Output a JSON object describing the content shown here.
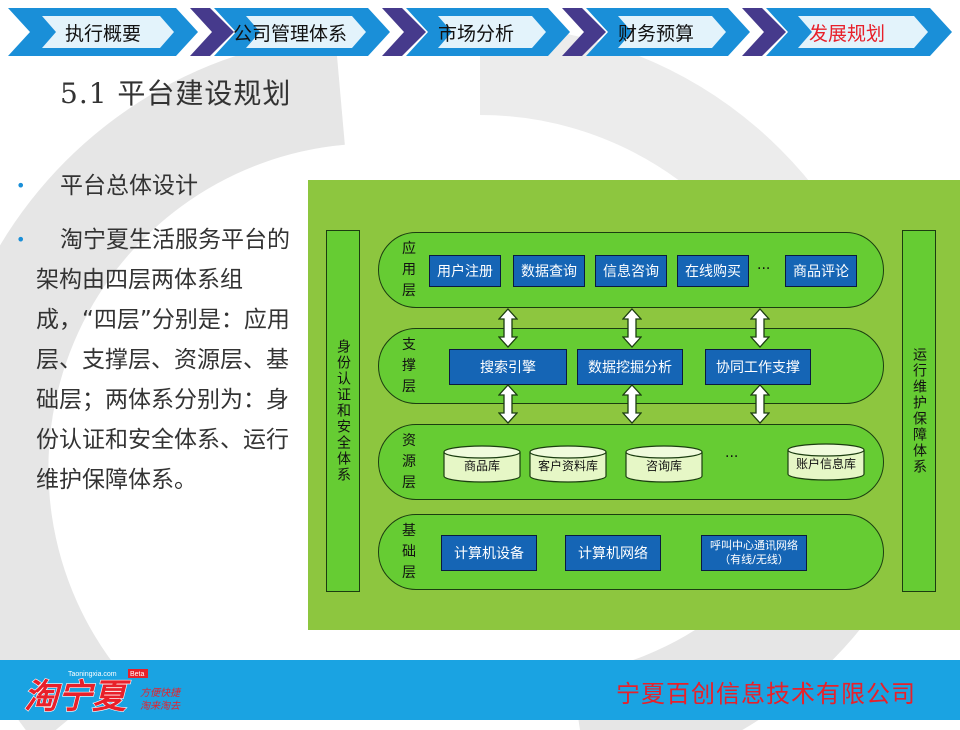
{
  "nav": {
    "items": [
      {
        "label": "执行概要",
        "active": false
      },
      {
        "label": "公司管理体系",
        "active": false
      },
      {
        "label": "市场分析",
        "active": false
      },
      {
        "label": "财务预算",
        "active": false
      },
      {
        "label": "发展规划",
        "active": true
      }
    ],
    "colors": {
      "chevron": "#1a8fd8",
      "chevron_light": "#e3f3fb",
      "divider": "#463a8c",
      "active_text": "#e8202a"
    }
  },
  "title": "5.1 平台建设规划",
  "bullets": [
    "平台总体设计",
    "淘宁夏生活服务平台的架构由四层两体系组成，“四层”分别是：应用层、支撑层、资源层、基础层；两体系分别为：身份认证和安全体系、运行维护保障体系。"
  ],
  "diagram": {
    "left_system": "身份认证和安全体系",
    "right_system": "运行维护保障体系",
    "layers": {
      "app": {
        "name": "应用层",
        "items": [
          "用户注册",
          "数据查询",
          "信息咨询",
          "在线购买",
          "商品评论"
        ],
        "ellipsis": "···"
      },
      "support": {
        "name": "支撑层",
        "items": [
          "搜索引擎",
          "数据挖掘分析",
          "协同工作支撑"
        ]
      },
      "resource": {
        "name": "资源层",
        "items": [
          "商品库",
          "客户资料库",
          "咨询库",
          "账户信息库"
        ],
        "ellipsis": "···"
      },
      "base": {
        "name": "基础层",
        "items": [
          "计算机设备",
          "计算机网络",
          "呼叫中心通讯网络（有线/无线）"
        ]
      }
    },
    "colors": {
      "background": "#8dc63f",
      "layer_fill": "#66cc33",
      "box_fill": "#1565b5",
      "db_fill": "#e6f7c6"
    }
  },
  "footer": {
    "logo_text": "淘宁夏",
    "logo_url": "Taoningxia.com",
    "logo_tag": "Beta",
    "logo_slogan_1": "方便快捷",
    "logo_slogan_2": "淘来淘去",
    "company": "宁夏百创信息技术有限公司",
    "color": "#1aa3e2"
  }
}
